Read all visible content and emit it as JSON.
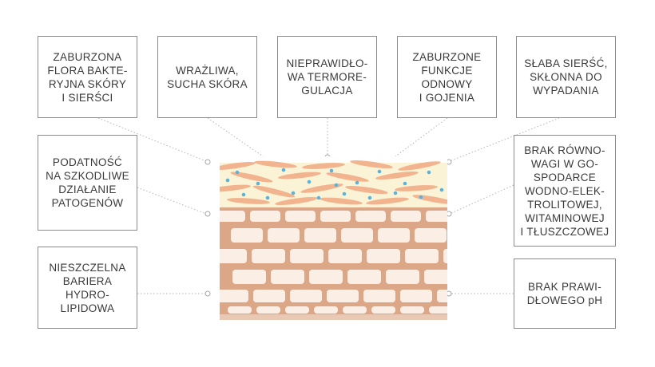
{
  "labels": {
    "top1": "ZABURZONA\nFLORA BAKTE-\nRYJNA SKÓRY\nI SIERŚCI",
    "top2": "WRAŻLIWA,\nSUCHA SKÓRA",
    "top3": "NIEPRAWIDŁO-\nWA TERMORE-\nGULACJA",
    "top4": "ZABURZONE\nFUNKCJE\nODNOWY\nI GOJENIA",
    "top5": "SŁABA SIERŚĆ,\nSKŁONNA DO\nWYPADANIA",
    "left_mid": "PODATNOŚĆ\nNA SZKODLIWE\nDZIAŁANIE\nPATOGENÓW",
    "left_bot": "NIESZCZELNA\nBARIERA\nHYDRO-\nLIPIDOWA",
    "right_mid": "BRAK RÓWNO-\nWAGI W GO-\nSPODARCE\nWODNO-ELEK-\nTROLITOWEJ,\nWITAMINOWEJ\nI TŁUSZCZOWEJ",
    "right_bot": "BRAK PRAWI-\nDŁOWEGO pH"
  },
  "colors": {
    "box_border": "#8c8c8c",
    "text": "#3a3a3a",
    "connector": "#b5b5b5",
    "stratum_top": "#fbf3d6",
    "flake": "#f2b48f",
    "droplet": "#59b3dd",
    "cell_bg": "#dba787",
    "cell": "#fbeee4",
    "base": "#e9c8b4"
  }
}
